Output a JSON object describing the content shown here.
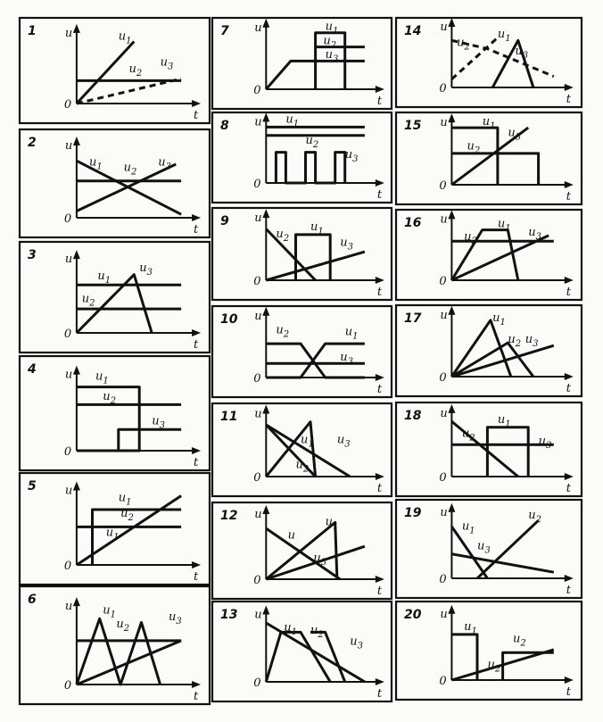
{
  "cells": [
    {
      "num": "1",
      "type": "ramp",
      "labels": {
        "u": "u",
        "origin": "0",
        "t": "t",
        "a": "u1",
        "b": "u2",
        "c": "u3"
      }
    },
    {
      "num": "2",
      "type": "cross",
      "labels": {
        "u": "u",
        "origin": "0",
        "t": "t",
        "a": "u1",
        "b": "u2",
        "c": "u3"
      }
    },
    {
      "num": "3",
      "type": "triangle",
      "labels": {
        "u": "u",
        "origin": "0",
        "t": "t",
        "a": "u1",
        "b": "u2",
        "c": "u3"
      }
    },
    {
      "num": "4",
      "type": "steps",
      "labels": {
        "u": "u",
        "origin": "0",
        "t": "t",
        "a": "u1",
        "b": "u2",
        "c": "u3"
      }
    },
    {
      "num": "5",
      "type": "pulse_ramp",
      "labels": {
        "u": "u",
        "origin": "0",
        "t": "t",
        "a": "u1",
        "b": "u2",
        "c": "u1"
      }
    },
    {
      "num": "6",
      "type": "two_triangles",
      "labels": {
        "u": "u",
        "origin": "0",
        "t": "t",
        "a": "u1",
        "b": "u2",
        "c": "u3"
      }
    },
    {
      "num": "7",
      "type": "rect_hold",
      "labels": {
        "u": "u",
        "origin": "0",
        "t": "t",
        "a": "u1",
        "b": "u2",
        "c": "u3"
      }
    },
    {
      "num": "8",
      "type": "pulses",
      "labels": {
        "u": "u",
        "origin": "0",
        "t": "t",
        "a": "u1",
        "b": "u2",
        "c": "u3"
      }
    },
    {
      "num": "9",
      "type": "rect_cross",
      "labels": {
        "u": "u",
        "origin": "0",
        "t": "t",
        "a": "u1",
        "b": "u2",
        "c": "u3"
      }
    },
    {
      "num": "10",
      "type": "trap_x",
      "labels": {
        "u": "u",
        "origin": "0",
        "t": "t",
        "a": "u1",
        "b": "u2",
        "c": "u3"
      }
    },
    {
      "num": "11",
      "type": "tri_cross",
      "labels": {
        "u": "u",
        "origin": "0",
        "t": "t",
        "a": "u1",
        "b": "u2",
        "c": "u3"
      }
    },
    {
      "num": "12",
      "type": "tri_ramp",
      "labels": {
        "u": "u",
        "origin": "0",
        "t": "t",
        "a": "u1",
        "b": "u",
        "c": "u3"
      }
    },
    {
      "num": "13",
      "type": "trap_decay",
      "labels": {
        "u": "u",
        "origin": "0",
        "t": "t",
        "a": "u1",
        "b": "u2",
        "c": "u3"
      }
    },
    {
      "num": "14",
      "type": "dashed_mix",
      "labels": {
        "u": "u",
        "origin": "0",
        "t": "t",
        "a": "u1",
        "b": "u2",
        "c": "u3"
      }
    },
    {
      "num": "15",
      "type": "rect_ramp",
      "labels": {
        "u": "u",
        "origin": "0",
        "t": "t",
        "a": "u1",
        "b": "u2",
        "c": "u3"
      }
    },
    {
      "num": "16",
      "type": "trap_ramp",
      "labels": {
        "u": "u",
        "origin": "0",
        "t": "t",
        "a": "u1",
        "b": "u2",
        "c": "u3"
      }
    },
    {
      "num": "17",
      "type": "fan",
      "labels": {
        "u": "u",
        "origin": "0",
        "t": "t",
        "a": "u1",
        "b": "u2",
        "c": "u3"
      }
    },
    {
      "num": "18",
      "type": "rect_decay",
      "labels": {
        "u": "u",
        "origin": "0",
        "t": "t",
        "a": "u1",
        "b": "u2",
        "c": "u3"
      }
    },
    {
      "num": "19",
      "type": "v_cross",
      "labels": {
        "u": "u",
        "origin": "0",
        "t": "t",
        "a": "u1",
        "b": "u3",
        "c": "u2"
      }
    },
    {
      "num": "20",
      "type": "step_ramp",
      "labels": {
        "u": "u",
        "origin": "0",
        "t": "t",
        "a": "u1",
        "b": "u2",
        "c": "u2"
      }
    }
  ]
}
